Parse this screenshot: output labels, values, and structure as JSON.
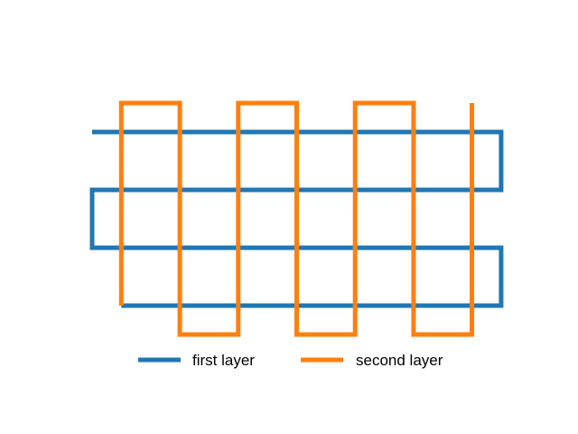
{
  "chart_data": {
    "type": "line",
    "title": "",
    "xlabel": "",
    "ylabel": "",
    "axes_visible": false,
    "grid": false,
    "legend_position": "bottom-center",
    "series": [
      {
        "name": "first layer",
        "color": "#1f77b4",
        "x": [
          0,
          7,
          7,
          0,
          0,
          7,
          7,
          0.5
        ],
        "y": [
          3,
          3,
          2,
          2,
          1,
          1,
          0,
          0
        ]
      },
      {
        "name": "second layer",
        "color": "#ff7f0e",
        "x": [
          0.5,
          0.5,
          1.5,
          1.5,
          2.5,
          2.5,
          3.5,
          3.5,
          4.5,
          4.5,
          5.5,
          5.5,
          6.5,
          6.5
        ],
        "y": [
          0,
          3.5,
          3.5,
          -0.5,
          -0.5,
          3.5,
          3.5,
          -0.5,
          -0.5,
          3.5,
          3.5,
          -0.5,
          -0.5,
          3.5
        ]
      }
    ],
    "xlim": [
      0,
      7
    ],
    "ylim": [
      -0.5,
      3.5
    ]
  }
}
